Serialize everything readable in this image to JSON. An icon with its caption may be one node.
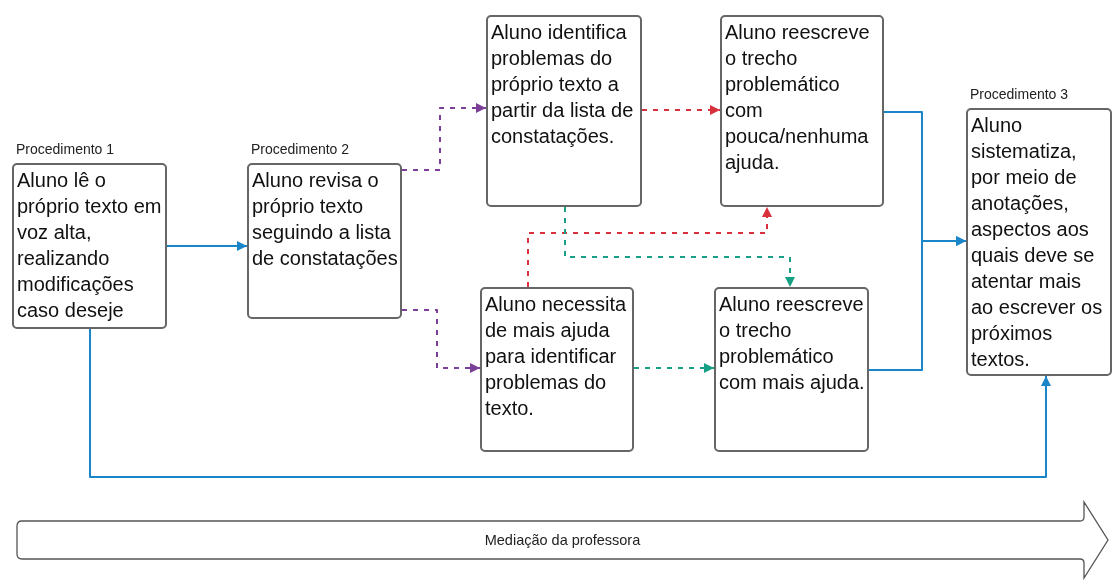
{
  "diagram": {
    "nodes": [
      {
        "text": [
          "Procedimento 1",
          "Aluno lê o próprio texto em voz alta, realizando modificações caso deseje"
        ]
      },
      {
        "text": [
          "Procedimento 2",
          "Aluno revisa o próprio texto seguindo a lista de constatações"
        ]
      },
      {
        "text": [
          "Aluno identifica problemas do próprio texto a partir da lista de constatações."
        ]
      },
      {
        "text": [
          "Aluno reescreve o trecho problemático com pouca/nenhuma ajuda."
        ]
      },
      {
        "text": [
          "Aluno necessita de mais ajuda para identificar problemas do texto."
        ]
      },
      {
        "text": [
          "Aluno reescreve o trecho problemático com mais ajuda."
        ]
      },
      {
        "text": [
          "Procedimento 3",
          "Aluno sistematiza, por meio de anotações, aspectos aos quais deve se atentar mais ao escrever os próximos textos."
        ]
      },
      {
        "text": [
          "Mediação da professora"
        ]
      }
    ],
    "edges": [
      {
        "from": 0,
        "to": 1,
        "arrow": "to",
        "color": "#1a85c8"
      },
      {
        "from": 1,
        "to": 2,
        "arrow": "to",
        "style": "dashed",
        "color": "#7b3f98"
      },
      {
        "from": 1,
        "to": 4,
        "arrow": "to",
        "style": "dashed",
        "color": "#7b3f98"
      },
      {
        "from": 2,
        "to": 3,
        "arrow": "to",
        "style": "dashed",
        "color": "#d9303e"
      },
      {
        "from": 4,
        "to": 3,
        "arrow": "to",
        "style": "dashed",
        "color": "#d9303e"
      },
      {
        "from": 2,
        "to": 5,
        "arrow": "to",
        "style": "dashed",
        "color": "#16a085"
      },
      {
        "from": 4,
        "to": 5,
        "arrow": "to",
        "style": "dashed",
        "color": "#16a085"
      },
      {
        "from": 3,
        "to": 6,
        "arrow": "to",
        "color": "#1a85c8"
      },
      {
        "from": 5,
        "to": 6,
        "arrow": "to",
        "color": "#1a85c8"
      },
      {
        "from": 0,
        "to": 6,
        "arrow": "to",
        "color": "#1a85c8"
      }
    ]
  }
}
